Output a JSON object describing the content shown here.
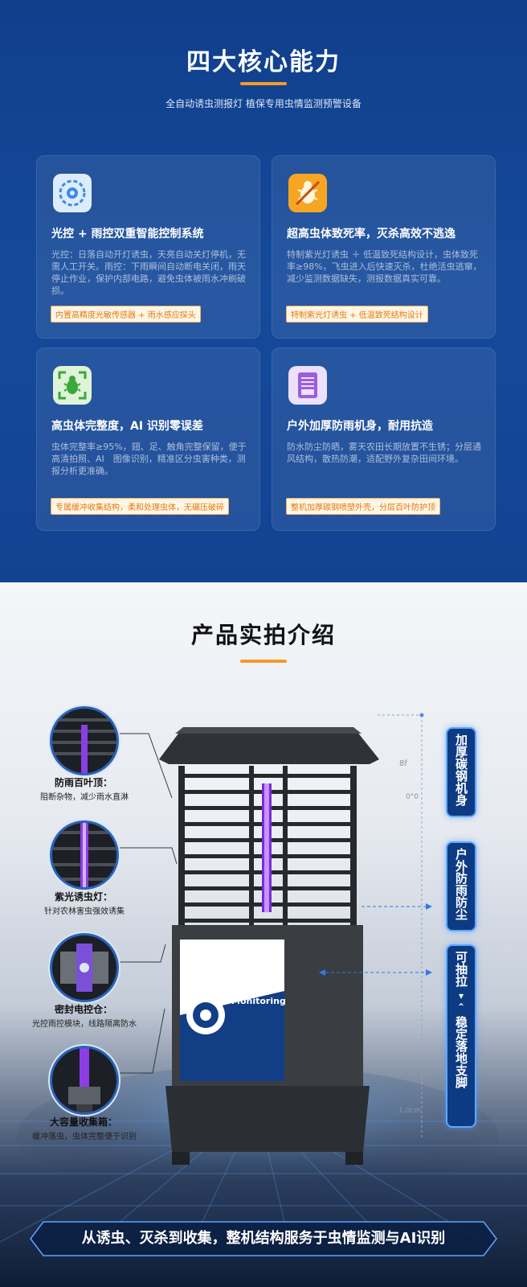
{
  "top": {
    "title": "四大核心能力",
    "subtitle": "全自动诱虫测报灯 植保专用虫情监测预警设备",
    "accent_color": "#f39a2b",
    "cards": [
      {
        "icon": "gear-chip-icon",
        "title": "光控 + 雨控双重智能控制系统",
        "desc": "光控：日落自动开灯诱虫，天亮自动关灯停机，无需人工开关。雨控：下雨瞬间自动断电关闭，雨天停止作业，保护内部电路，避免虫体被雨水冲刷破损。",
        "tag": "内置高精度光敏传感器 + 雨水感应探头"
      },
      {
        "icon": "bug-crossed-icon",
        "title": "超高虫体致死率，灭杀高效不逃逸",
        "desc": "特制紫光灯诱虫 ＋ 低温致死结构设计，虫体致死率≥98%，飞虫进入后快速灭杀，杜绝活虫逃窜，减少监测数据缺失，测报数据真实可靠。",
        "tag": "特制紫光灯诱虫 + 低温致死结构设计"
      },
      {
        "icon": "bug-scan-icon",
        "title": "高虫体完整度，AI 识别零误差",
        "desc": "虫体完整率≥95%，翅、足、触角完整保留，便于高清拍照、AI　图像识别，精准区分虫害种类，测报分析更准确。",
        "tag": "专属缓冲收集结构，柔和处理虫体，无碾压破碎"
      },
      {
        "icon": "cabinet-icon",
        "title": "户外加厚防雨机身，耐用抗造",
        "desc": "防水防尘防晒，雾天农田长期放置不生锈；分层通风结构，散热防潮，适配野外复杂田间环境。",
        "tag": "整机加厚碳钢喷塑外壳，分层百叶防护顶"
      }
    ]
  },
  "bottom": {
    "title": "产品实拍介绍",
    "callouts": [
      {
        "label": "防雨百叶顶：",
        "sub": "阻断杂物，减少雨水直淋"
      },
      {
        "label": "紫光诱虫灯：",
        "sub": "针对农林害虫强效诱集"
      },
      {
        "label": "密封电控仓：",
        "sub": "光控雨控模块，线路隔离防水"
      },
      {
        "label": "大容量收集箱：",
        "sub": "缓冲落虫，虫体完整便于识别"
      }
    ],
    "side_tags": [
      "加厚碳钢机身",
      "户外防雨防尘",
      "可抽拉",
      "稳定落地支脚"
    ],
    "product_logo": "Pest Monitoring",
    "dim_labels": [
      "8f",
      "0°0",
      "1.0cm"
    ],
    "banner": "从诱虫、灭杀到收集，整机结构服务于虫情监测与AI识别"
  }
}
